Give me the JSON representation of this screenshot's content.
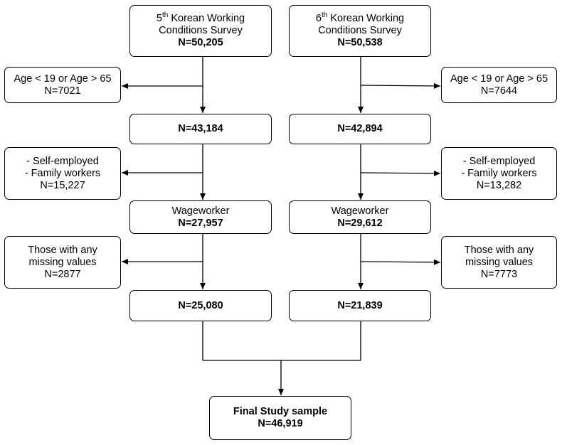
{
  "left": {
    "survey": {
      "ord": "5",
      "ord_sup": "th",
      "line1_rest": " Korean Working",
      "line2": "Conditions Survey",
      "n": "N=50,205"
    },
    "excl_age": {
      "line1": "Age < 19 or Age > 65",
      "n": "N=7021"
    },
    "after_age": {
      "n": "N=43,184"
    },
    "excl_self": {
      "line1": "- Self-employed",
      "line2": "- Family workers",
      "n": "N=15,227"
    },
    "wage": {
      "label": "Wageworker",
      "n": "N=27,957"
    },
    "excl_missing": {
      "line1": "Those with any",
      "line2": "missing values",
      "n": "N=2877"
    },
    "after_missing": {
      "n": "N=25,080"
    }
  },
  "right": {
    "survey": {
      "ord": "6",
      "ord_sup": "th",
      "line1_rest": " Korean Working",
      "line2": "Conditions Survey",
      "n": "N=50,538"
    },
    "excl_age": {
      "line1": "Age < 19 or Age > 65",
      "n": "N=7644"
    },
    "after_age": {
      "n": "N=42,894"
    },
    "excl_self": {
      "line1": "- Self-employed",
      "line2": "- Family workers",
      "n": "N=13,282"
    },
    "wage": {
      "label": "Wageworker",
      "n": "N=29,612"
    },
    "excl_missing": {
      "line1": "Those with any",
      "line2": "missing values",
      "n": "N=7773"
    },
    "after_missing": {
      "n": "N=21,839"
    }
  },
  "final": {
    "label": "Final Study sample",
    "n": "N=46,919"
  }
}
